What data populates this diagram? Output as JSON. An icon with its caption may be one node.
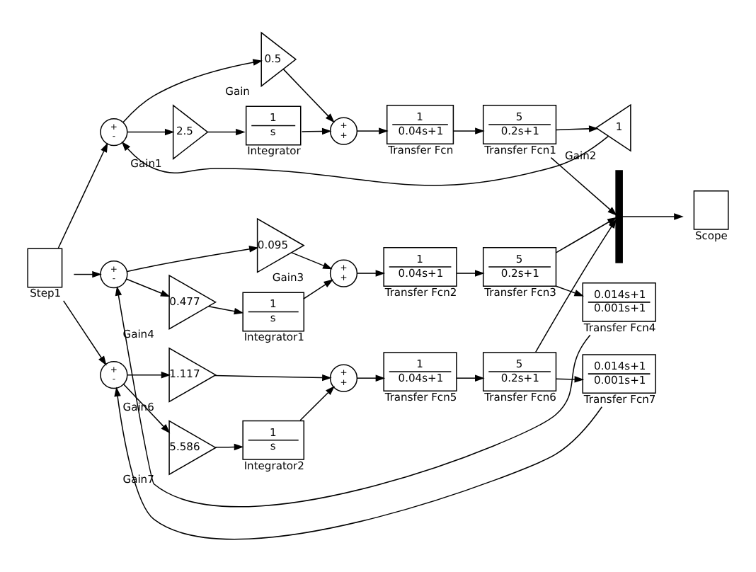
{
  "diagram": {
    "nodes": [
      {
        "text": [],
        "shape": "box",
        "beside": [
          "Step1"
        ]
      },
      {
        "text": [
          "+",
          "-"
        ]
      },
      {
        "text": [
          "0.5"
        ],
        "beside": [
          "Gain"
        ]
      },
      {
        "text": [
          "2.5"
        ],
        "beside": [
          "Gain1"
        ]
      },
      {
        "text": [
          "1",
          "s"
        ],
        "beside": [
          "Integrator"
        ]
      },
      {
        "text": [
          "+",
          "+"
        ]
      },
      {
        "text": [
          "1",
          "0.04s+1"
        ],
        "beside": [
          "Transfer Fcn"
        ]
      },
      {
        "text": [
          "5",
          "0.2s+1"
        ],
        "beside": [
          "Transfer Fcn1"
        ]
      },
      {
        "text": [
          "1"
        ],
        "beside": [
          "Gain2"
        ]
      },
      {
        "text": [],
        "shape": "bar"
      },
      {
        "text": [],
        "shape": "box",
        "beside": [
          "Scope"
        ]
      },
      {
        "text": [
          "+",
          "-"
        ]
      },
      {
        "text": [
          "0.095"
        ],
        "beside": [
          "Gain3"
        ]
      },
      {
        "text": [
          "0.477"
        ],
        "beside": [
          "Gain4"
        ]
      },
      {
        "text": [
          "1",
          "s"
        ],
        "beside": [
          "Integrator1"
        ]
      },
      {
        "text": [
          "+",
          "+"
        ]
      },
      {
        "text": [
          "1",
          "0.04s+1"
        ],
        "beside": [
          "Transfer Fcn2"
        ]
      },
      {
        "text": [
          "5",
          "0.2s+1"
        ],
        "beside": [
          "Transfer Fcn3"
        ]
      },
      {
        "text": [
          "0.014s+1",
          "0.001s+1"
        ],
        "beside": [
          "Transfer Fcn4"
        ]
      },
      {
        "text": [
          "+",
          "-"
        ]
      },
      {
        "text": [
          "1.117"
        ],
        "beside": [
          "Gain6"
        ]
      },
      {
        "text": [
          "5.586"
        ],
        "beside": [
          "Gain7"
        ]
      },
      {
        "text": [
          "1",
          "s"
        ],
        "beside": [
          "Integrator2"
        ]
      },
      {
        "text": [
          "+",
          "+"
        ]
      },
      {
        "text": [
          "1",
          "0.04s+1"
        ],
        "beside": [
          "Transfer Fcn5"
        ]
      },
      {
        "text": [
          "5",
          "0.2s+1"
        ],
        "beside": [
          "Transfer Fcn6"
        ]
      },
      {
        "text": [
          "0.014s+1",
          "0.001s+1"
        ],
        "beside": [
          "Transfer Fcn7"
        ]
      }
    ],
    "edges": [
      {
        "from": 0,
        "to": 1,
        "arrow": "to"
      },
      {
        "from": 0,
        "to": 11,
        "arrow": "to"
      },
      {
        "from": 0,
        "to": 19,
        "arrow": "to"
      },
      {
        "from": 1,
        "to": 2,
        "arrow": "to"
      },
      {
        "from": 1,
        "to": 3,
        "arrow": "to"
      },
      {
        "from": 3,
        "to": 4,
        "arrow": "to"
      },
      {
        "from": 2,
        "to": 5,
        "arrow": "to"
      },
      {
        "from": 4,
        "to": 5,
        "arrow": "to"
      },
      {
        "from": 5,
        "to": 6,
        "arrow": "to"
      },
      {
        "from": 6,
        "to": 7,
        "arrow": "to"
      },
      {
        "from": 7,
        "to": 8,
        "arrow": "to"
      },
      {
        "from": 7,
        "to": 9,
        "arrow": "to"
      },
      {
        "from": 8,
        "to": 1,
        "arrow": "to"
      },
      {
        "from": 11,
        "to": 12,
        "arrow": "to"
      },
      {
        "from": 11,
        "to": 13,
        "arrow": "to"
      },
      {
        "from": 13,
        "to": 14,
        "arrow": "to"
      },
      {
        "from": 12,
        "to": 15,
        "arrow": "to"
      },
      {
        "from": 14,
        "to": 15,
        "arrow": "to"
      },
      {
        "from": 15,
        "to": 16,
        "arrow": "to"
      },
      {
        "from": 16,
        "to": 17,
        "arrow": "to"
      },
      {
        "from": 17,
        "to": 9,
        "arrow": "to"
      },
      {
        "from": 17,
        "to": 18,
        "arrow": "to"
      },
      {
        "from": 18,
        "to": 11,
        "arrow": "to"
      },
      {
        "from": 19,
        "to": 20,
        "arrow": "to"
      },
      {
        "from": 19,
        "to": 21,
        "arrow": "to"
      },
      {
        "from": 21,
        "to": 22,
        "arrow": "to"
      },
      {
        "from": 20,
        "to": 23,
        "arrow": "to"
      },
      {
        "from": 22,
        "to": 23,
        "arrow": "to"
      },
      {
        "from": 23,
        "to": 24,
        "arrow": "to"
      },
      {
        "from": 24,
        "to": 25,
        "arrow": "to"
      },
      {
        "from": 25,
        "to": 9,
        "arrow": "to"
      },
      {
        "from": 25,
        "to": 26,
        "arrow": "to"
      },
      {
        "from": 26,
        "to": 19,
        "arrow": "to"
      },
      {
        "from": 9,
        "to": 10,
        "arrow": "to"
      }
    ]
  }
}
